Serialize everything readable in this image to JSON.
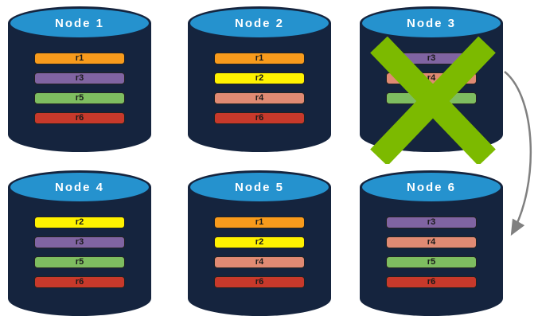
{
  "colors": {
    "cylinder-body": "#15243E",
    "cylinder-top": "#2592CE",
    "node-label": "#FFFFFF",
    "bar-text": "#1A1A1A",
    "failure-x": "#7CBA00",
    "arrow": "#808080"
  },
  "nodes": [
    {
      "id": "node-1",
      "label": "Node 1",
      "failed": false,
      "replicas": [
        {
          "label": "r1",
          "color": "#F89B1C"
        },
        {
          "label": "r3",
          "color": "#8064A2"
        },
        {
          "label": "r5",
          "color": "#7EBD60"
        },
        {
          "label": "r6",
          "color": "#C7392B"
        }
      ]
    },
    {
      "id": "node-2",
      "label": "Node 2",
      "failed": false,
      "replicas": [
        {
          "label": "r1",
          "color": "#F89B1C"
        },
        {
          "label": "r2",
          "color": "#FFF200"
        },
        {
          "label": "r4",
          "color": "#E08A73"
        },
        {
          "label": "r6",
          "color": "#C7392B"
        }
      ]
    },
    {
      "id": "node-3",
      "label": "Node 3",
      "failed": true,
      "replicas": [
        {
          "label": "r3",
          "color": "#8064A2"
        },
        {
          "label": "r4",
          "color": "#E08A73"
        },
        {
          "label": "r5",
          "color": "#7EBD60"
        }
      ]
    },
    {
      "id": "node-4",
      "label": "Node 4",
      "failed": false,
      "replicas": [
        {
          "label": "r2",
          "color": "#FFF200"
        },
        {
          "label": "r3",
          "color": "#8064A2"
        },
        {
          "label": "r5",
          "color": "#7EBD60"
        },
        {
          "label": "r6",
          "color": "#C7392B"
        }
      ]
    },
    {
      "id": "node-5",
      "label": "Node 5",
      "failed": false,
      "replicas": [
        {
          "label": "r1",
          "color": "#F89B1C"
        },
        {
          "label": "r2",
          "color": "#FFF200"
        },
        {
          "label": "r4",
          "color": "#E08A73"
        },
        {
          "label": "r6",
          "color": "#C7392B"
        }
      ]
    },
    {
      "id": "node-6",
      "label": "Node 6",
      "failed": false,
      "replicas": [
        {
          "label": "r3",
          "color": "#8064A2"
        },
        {
          "label": "r4",
          "color": "#E08A73"
        },
        {
          "label": "r5",
          "color": "#7EBD60"
        },
        {
          "label": "r6",
          "color": "#C7392B"
        }
      ]
    }
  ]
}
